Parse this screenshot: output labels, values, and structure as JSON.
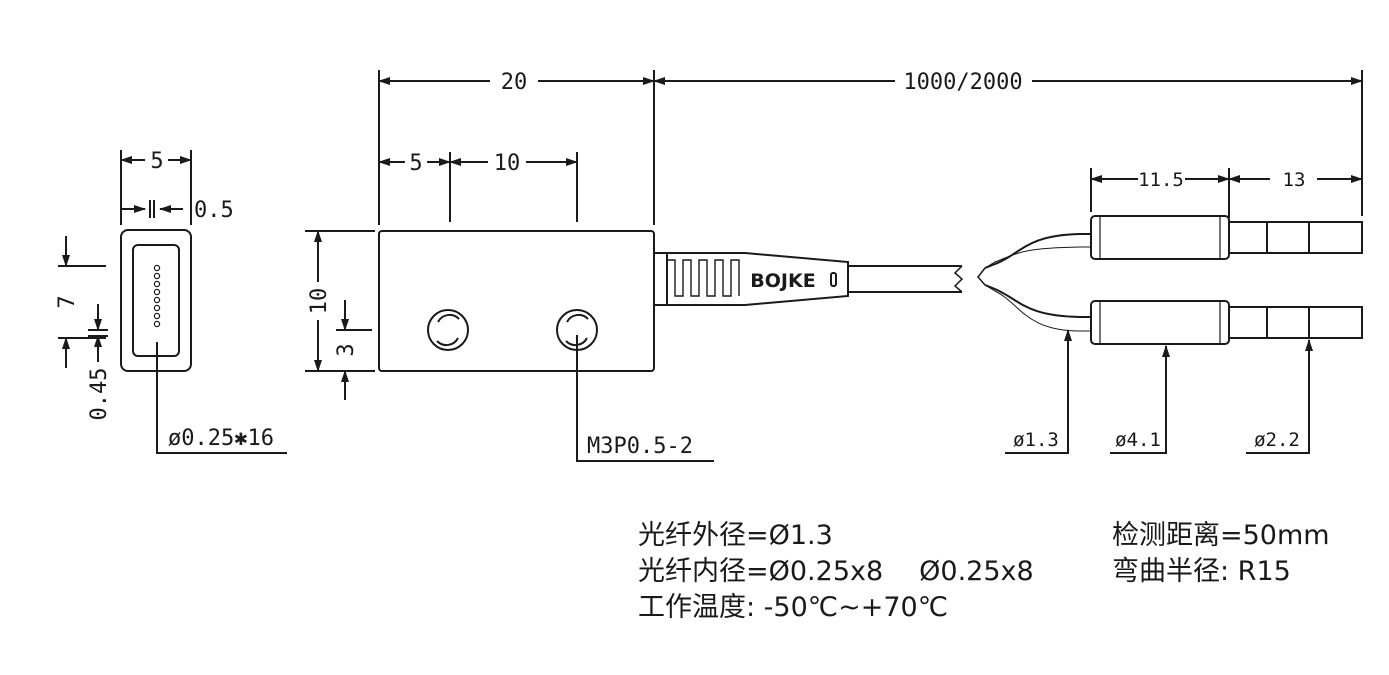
{
  "brand": "BOJKE",
  "dimensions": {
    "end_width": "5",
    "end_wall": "0.5",
    "end_pitch": "7",
    "end_gap": "0.45",
    "end_hole": "ø0.25✱16",
    "body_length": "20",
    "cable_length": "1000/2000",
    "hole_offset": "5",
    "hole_pitch": "10",
    "body_height": "10",
    "hole_height": "3",
    "screw": "M3P0.5-2",
    "sleeve_length": "11.5",
    "tip_length": "13",
    "fiber_dia": "ø1.3",
    "sleeve_dia": "ø4.1",
    "tip_dia": "ø2.2"
  },
  "specs": {
    "outer_diameter": "光纤外径=Ø1.3",
    "inner_diameter": "光纤内径=Ø0.25x8",
    "inner_diameter_2": "Ø0.25x8",
    "temperature": "工作温度:  -50℃~+70℃",
    "distance": "检测距离=50mm",
    "bend_radius": "弯曲半径:  R15"
  }
}
